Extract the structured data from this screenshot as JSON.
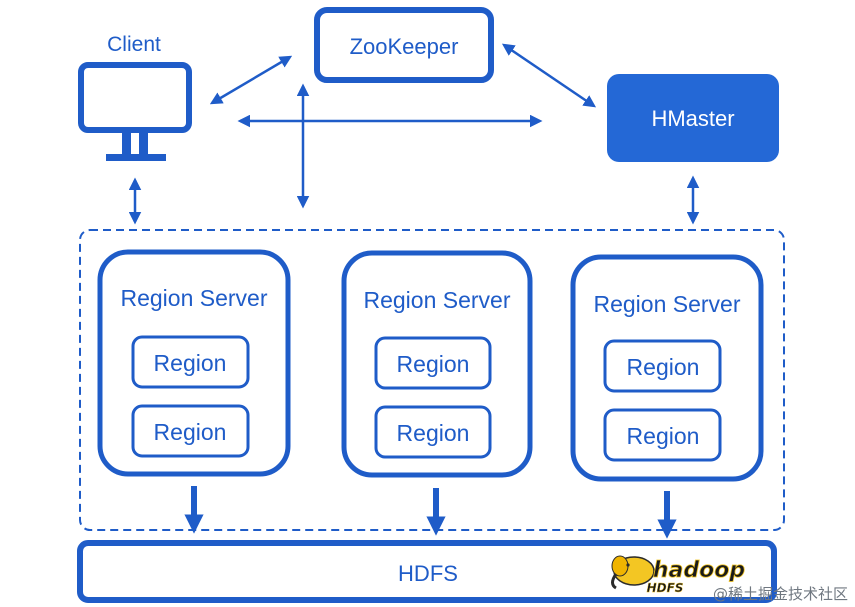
{
  "colors": {
    "primary": "#1f5cc8",
    "fill_dark": "#2468d6",
    "background": "#ffffff"
  },
  "nodes": {
    "client": {
      "label": "Client",
      "icon": "monitor-icon"
    },
    "zookeeper": {
      "label": "ZooKeeper"
    },
    "hmaster": {
      "label": "HMaster"
    },
    "region_servers": [
      {
        "label": "Region Server",
        "regions": [
          "Region",
          "Region"
        ]
      },
      {
        "label": "Region Server",
        "regions": [
          "Region",
          "Region"
        ]
      },
      {
        "label": "Region Server",
        "regions": [
          "Region",
          "Region"
        ]
      }
    ],
    "hdfs": {
      "label": "HDFS",
      "logo_text": "hadoop",
      "logo_subtext": "HDFS",
      "logo_icon": "elephant-icon"
    }
  },
  "watermark": "@稀土掘金技术社区"
}
